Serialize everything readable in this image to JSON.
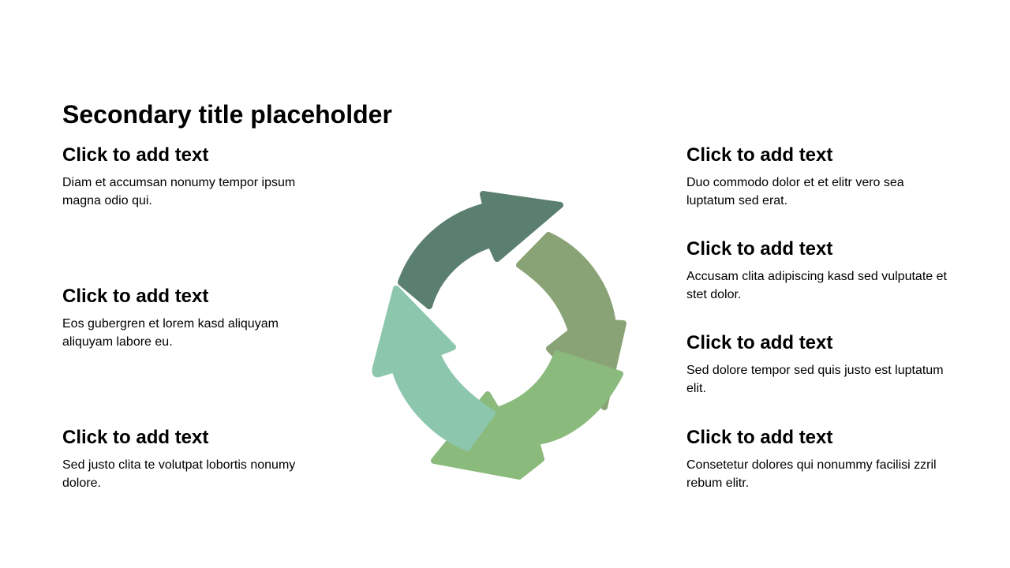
{
  "title": "Secondary title placeholder",
  "left_blocks": [
    {
      "heading": "Click to add text",
      "body": "Diam et accumsan nonumy tempor ipsum magna odio qui."
    },
    {
      "heading": "Click to add text",
      "body": "Eos gubergren et lorem kasd aliquyam aliquyam labore eu."
    },
    {
      "heading": "Click to add text",
      "body": "Sed justo clita te volutpat lobortis nonumy dolore."
    }
  ],
  "right_blocks": [
    {
      "heading": "Click to add text",
      "body": "Duo commodo dolor et et elitr vero sea luptatum sed erat."
    },
    {
      "heading": "Click to add text",
      "body": "Accusam clita adipiscing kasd sed vulputate et stet dolor."
    },
    {
      "heading": "Click to add text",
      "body": "Sed dolore tempor sed quis justo est luptatum elit."
    },
    {
      "heading": "Click to add text",
      "body": "Consetetur dolores qui nonummy facilisi zzril rebum elitr."
    }
  ],
  "cycle_colors": {
    "top": "#5b7f6f",
    "right": "#89a377",
    "bottom": "#8aba7c",
    "left": "#8cc6ad"
  }
}
